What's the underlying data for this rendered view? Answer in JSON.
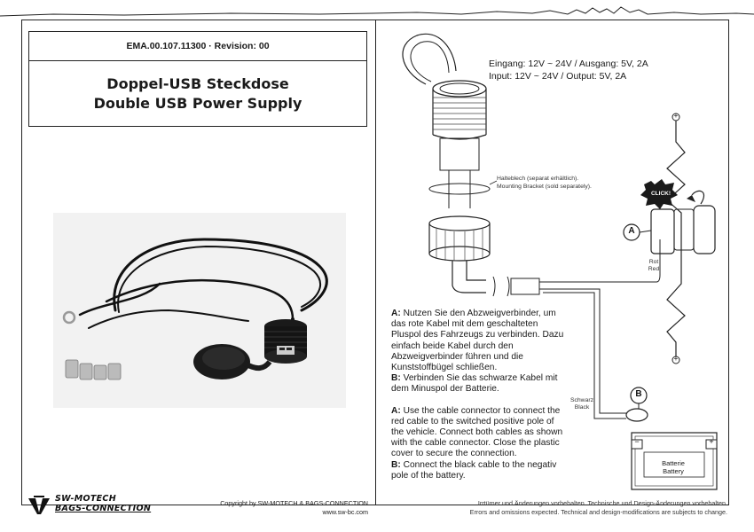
{
  "header": {
    "doc_number": "EMA.00.107.11300 · Revision: 00",
    "title_de": "Doppel-USB Steckdose",
    "title_en": "Double USB Power Supply"
  },
  "spec": {
    "line_de": "Eingang: 12V ~ 24V / Ausgang: 5V, 2A",
    "line_en": "Input: 12V ~ 24V / Output: 5V, 2A"
  },
  "bracket_note": {
    "de": "Halteblech (separat erhältlich).",
    "en": "Mounting Bracket (sold separately)."
  },
  "labels": {
    "callout_a": "A",
    "callout_b": "B",
    "click": "CLICK!",
    "red_de": "Rot",
    "red_en": "Red",
    "black_de": "Schwarz",
    "black_en": "Black",
    "battery_de": "Batterie",
    "battery_en": "Battery",
    "plus": "+",
    "minus": "−"
  },
  "instructions": {
    "de_a_tag": "A:",
    "de_a_text": "Nutzen Sie den Abzweigverbinder, um das rote Kabel mit dem geschalteten Pluspol des Fahrzeugs zu verbinden. Dazu einfach beide Kabel durch den Abzweigverbinder führen und die Kunststoffbügel schließen.",
    "de_b_tag": "B:",
    "de_b_text": "Verbinden Sie das schwarze Kabel mit dem Minuspol der Batterie.",
    "en_a_tag": "A:",
    "en_a_text": "Use the cable connector to connect the red cable to the switched positive pole of the vehicle. Connect both cables as shown with the cable connector. Close the plastic cover to secure the connection.",
    "en_b_tag": "B:",
    "en_b_text": "Connect the black cable to the negativ pole of the battery."
  },
  "footer": {
    "logo_line1": "SW-MOTECH",
    "logo_line2": "BAGS-CONNECTION",
    "copyright_line1": "Copyright by SW-MOTECH & BAGS-CONNECTION",
    "copyright_line2": "www.sw-bc.com",
    "disclaimer_de": "Irrtümer und Änderungen vorbehalten. Technische und Design-Änderungen vorbehalten.",
    "disclaimer_en": "Errors and omissions expected. Technical and design-modifications are subjects to change."
  },
  "colors": {
    "ink": "#1a1a1a",
    "line": "#222222",
    "background": "#ffffff"
  }
}
